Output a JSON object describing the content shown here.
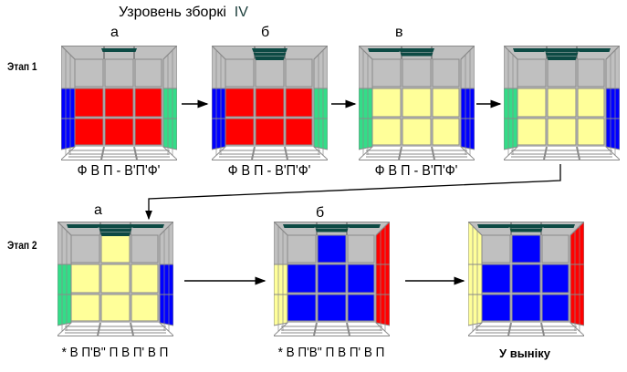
{
  "title": {
    "text": "Узровень зборкі",
    "level": "IV"
  },
  "stages": [
    {
      "label": "Этап 1",
      "steps": [
        {
          "letter": "а",
          "formula": "Ф В П - В'П'Ф'"
        },
        {
          "letter": "б",
          "formula": "Ф В П - В'П'Ф'"
        },
        {
          "letter": "в",
          "formula": "Ф В П - В'П'Ф'"
        }
      ]
    },
    {
      "label": "Этап 2",
      "steps": [
        {
          "letter": "а",
          "formula": "* В П'В'' П В П' В П"
        },
        {
          "letter": "б",
          "formula": "* В П'В'' П В П' В П"
        }
      ],
      "result": "У выніку"
    }
  ],
  "colors": {
    "gray": "#c0c0c0",
    "red": "#ff0000",
    "yellow": "#ffff99",
    "blue": "#0000ff",
    "green": "#33dd88",
    "dark": "#0d4a44",
    "line": "#8a8a8a"
  },
  "cubes": [
    {
      "front": [
        [
          "gray",
          "gray",
          "gray"
        ],
        [
          "red",
          "red",
          "red"
        ],
        [
          "red",
          "red",
          "red"
        ]
      ],
      "left": [
        "gray",
        "blue",
        "blue"
      ],
      "right": [
        "gray",
        "green",
        "green"
      ],
      "bars": [
        0,
        1,
        0
      ]
    },
    {
      "front": [
        [
          "gray",
          "gray",
          "gray"
        ],
        [
          "red",
          "red",
          "red"
        ],
        [
          "red",
          "red",
          "red"
        ]
      ],
      "left": [
        "gray",
        "blue",
        "blue"
      ],
      "right": [
        "gray",
        "green",
        "green"
      ],
      "bars": [
        0,
        3,
        0
      ]
    },
    {
      "front": [
        [
          "gray",
          "gray",
          "gray"
        ],
        [
          "yellow",
          "yellow",
          "yellow"
        ],
        [
          "yellow",
          "yellow",
          "yellow"
        ]
      ],
      "left": [
        "gray",
        "green",
        "green"
      ],
      "right": [
        "gray",
        "blue",
        "blue"
      ],
      "bars": [
        1,
        2,
        0
      ]
    },
    {
      "front": [
        [
          "gray",
          "gray",
          "gray"
        ],
        [
          "yellow",
          "yellow",
          "yellow"
        ],
        [
          "yellow",
          "yellow",
          "yellow"
        ]
      ],
      "left": [
        "gray",
        "green",
        "green"
      ],
      "right": [
        "gray",
        "blue",
        "blue"
      ],
      "bars": [
        1,
        3,
        1
      ]
    },
    {
      "front": [
        [
          "gray",
          "yellow",
          "gray"
        ],
        [
          "yellow",
          "yellow",
          "yellow"
        ],
        [
          "yellow",
          "yellow",
          "yellow"
        ]
      ],
      "left": [
        "gray",
        "green",
        "green"
      ],
      "right": [
        "gray",
        "blue",
        "blue"
      ],
      "bars": [
        1,
        3,
        1
      ]
    },
    {
      "front": [
        [
          "gray",
          "blue",
          "gray"
        ],
        [
          "blue",
          "blue",
          "blue"
        ],
        [
          "blue",
          "blue",
          "blue"
        ]
      ],
      "left": [
        "gray",
        "yellow",
        "yellow"
      ],
      "right": [
        "red",
        "red",
        "red"
      ],
      "bars": [
        1,
        2,
        1
      ]
    },
    {
      "front": [
        [
          "gray",
          "blue",
          "gray"
        ],
        [
          "blue",
          "blue",
          "blue"
        ],
        [
          "blue",
          "blue",
          "blue"
        ]
      ],
      "left": [
        "yellow",
        "yellow",
        "yellow"
      ],
      "right": [
        "red",
        "red",
        "red"
      ],
      "bars": [
        1,
        2,
        1
      ]
    }
  ]
}
